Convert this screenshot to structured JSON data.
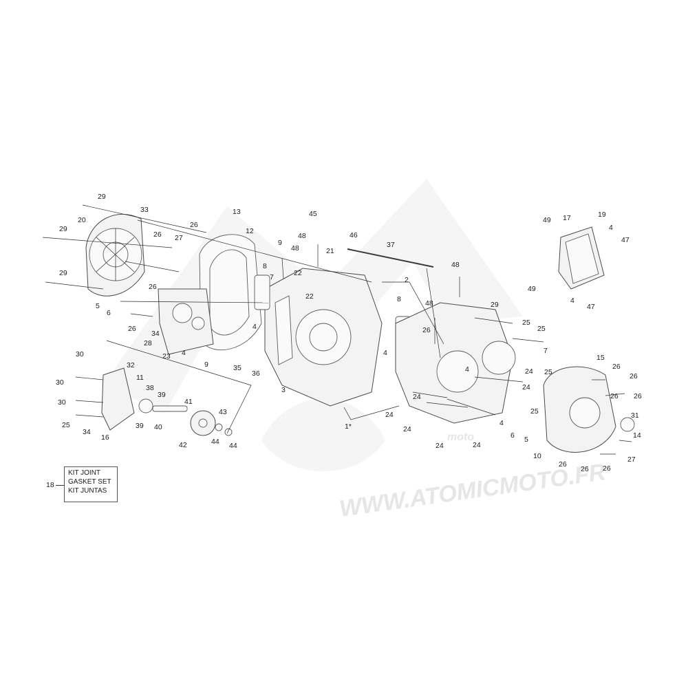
{
  "watermark": {
    "url_text": "WWW.ATOMICMOTO.FR",
    "logo_word": "moto"
  },
  "legend": {
    "number": "18",
    "lines": [
      "KIT JOINT",
      "GASKET SET",
      "KIT JUNTAS"
    ]
  },
  "callouts": [
    {
      "id": "29a",
      "label": "29"
    },
    {
      "id": "33",
      "label": "33"
    },
    {
      "id": "20",
      "label": "20"
    },
    {
      "id": "29b",
      "label": "29"
    },
    {
      "id": "26a",
      "label": "26"
    },
    {
      "id": "27a",
      "label": "27"
    },
    {
      "id": "29c",
      "label": "29"
    },
    {
      "id": "26b",
      "label": "26"
    },
    {
      "id": "5a",
      "label": "5"
    },
    {
      "id": "6a",
      "label": "6"
    },
    {
      "id": "26c",
      "label": "26"
    },
    {
      "id": "34a",
      "label": "34"
    },
    {
      "id": "28",
      "label": "28"
    },
    {
      "id": "23",
      "label": "23"
    },
    {
      "id": "4a",
      "label": "4"
    },
    {
      "id": "9a",
      "label": "9"
    },
    {
      "id": "13",
      "label": "13"
    },
    {
      "id": "12",
      "label": "12"
    },
    {
      "id": "26d",
      "label": "26"
    },
    {
      "id": "9b",
      "label": "9"
    },
    {
      "id": "48a",
      "label": "48"
    },
    {
      "id": "8a",
      "label": "8"
    },
    {
      "id": "7a",
      "label": "7"
    },
    {
      "id": "4b",
      "label": "4"
    },
    {
      "id": "45",
      "label": "45"
    },
    {
      "id": "48b",
      "label": "48"
    },
    {
      "id": "21",
      "label": "21"
    },
    {
      "id": "22a",
      "label": "22"
    },
    {
      "id": "22b",
      "label": "22"
    },
    {
      "id": "46",
      "label": "46"
    },
    {
      "id": "37",
      "label": "37"
    },
    {
      "id": "2",
      "label": "2"
    },
    {
      "id": "35",
      "label": "35"
    },
    {
      "id": "36",
      "label": "36"
    },
    {
      "id": "3",
      "label": "3"
    },
    {
      "id": "1star",
      "label": "1*"
    },
    {
      "id": "8b",
      "label": "8"
    },
    {
      "id": "48c",
      "label": "48"
    },
    {
      "id": "26e",
      "label": "26"
    },
    {
      "id": "4c",
      "label": "4"
    },
    {
      "id": "4d",
      "label": "4"
    },
    {
      "id": "48d",
      "label": "48"
    },
    {
      "id": "29d",
      "label": "29"
    },
    {
      "id": "25a",
      "label": "25"
    },
    {
      "id": "25b",
      "label": "25"
    },
    {
      "id": "7b",
      "label": "7"
    },
    {
      "id": "24a",
      "label": "24"
    },
    {
      "id": "25c",
      "label": "25"
    },
    {
      "id": "24b",
      "label": "24"
    },
    {
      "id": "25d",
      "label": "25"
    },
    {
      "id": "24c",
      "label": "24"
    },
    {
      "id": "24d",
      "label": "24"
    },
    {
      "id": "24e",
      "label": "24"
    },
    {
      "id": "24f",
      "label": "24"
    },
    {
      "id": "24g",
      "label": "24"
    },
    {
      "id": "4e",
      "label": "4"
    },
    {
      "id": "6b",
      "label": "6"
    },
    {
      "id": "5b",
      "label": "5"
    },
    {
      "id": "49a",
      "label": "49"
    },
    {
      "id": "17",
      "label": "17"
    },
    {
      "id": "19",
      "label": "19"
    },
    {
      "id": "4f",
      "label": "4"
    },
    {
      "id": "47a",
      "label": "47"
    },
    {
      "id": "49b",
      "label": "49"
    },
    {
      "id": "4g",
      "label": "4"
    },
    {
      "id": "47b",
      "label": "47"
    },
    {
      "id": "15",
      "label": "15"
    },
    {
      "id": "26f",
      "label": "26"
    },
    {
      "id": "26g",
      "label": "26"
    },
    {
      "id": "26h",
      "label": "26"
    },
    {
      "id": "26i",
      "label": "26"
    },
    {
      "id": "31",
      "label": "31"
    },
    {
      "id": "14",
      "label": "14"
    },
    {
      "id": "27b",
      "label": "27"
    },
    {
      "id": "10",
      "label": "10"
    },
    {
      "id": "26j",
      "label": "26"
    },
    {
      "id": "26k",
      "label": "26"
    },
    {
      "id": "26l",
      "label": "26"
    },
    {
      "id": "30a",
      "label": "30"
    },
    {
      "id": "32",
      "label": "32"
    },
    {
      "id": "30b",
      "label": "30"
    },
    {
      "id": "11",
      "label": "11"
    },
    {
      "id": "30c",
      "label": "30"
    },
    {
      "id": "38",
      "label": "38"
    },
    {
      "id": "39a",
      "label": "39"
    },
    {
      "id": "25e",
      "label": "25"
    },
    {
      "id": "34b",
      "label": "34"
    },
    {
      "id": "16",
      "label": "16"
    },
    {
      "id": "39b",
      "label": "39"
    },
    {
      "id": "40",
      "label": "40"
    },
    {
      "id": "41",
      "label": "41"
    },
    {
      "id": "42",
      "label": "42"
    },
    {
      "id": "43",
      "label": "43"
    },
    {
      "id": "44a",
      "label": "44"
    },
    {
      "id": "44b",
      "label": "44"
    }
  ]
}
